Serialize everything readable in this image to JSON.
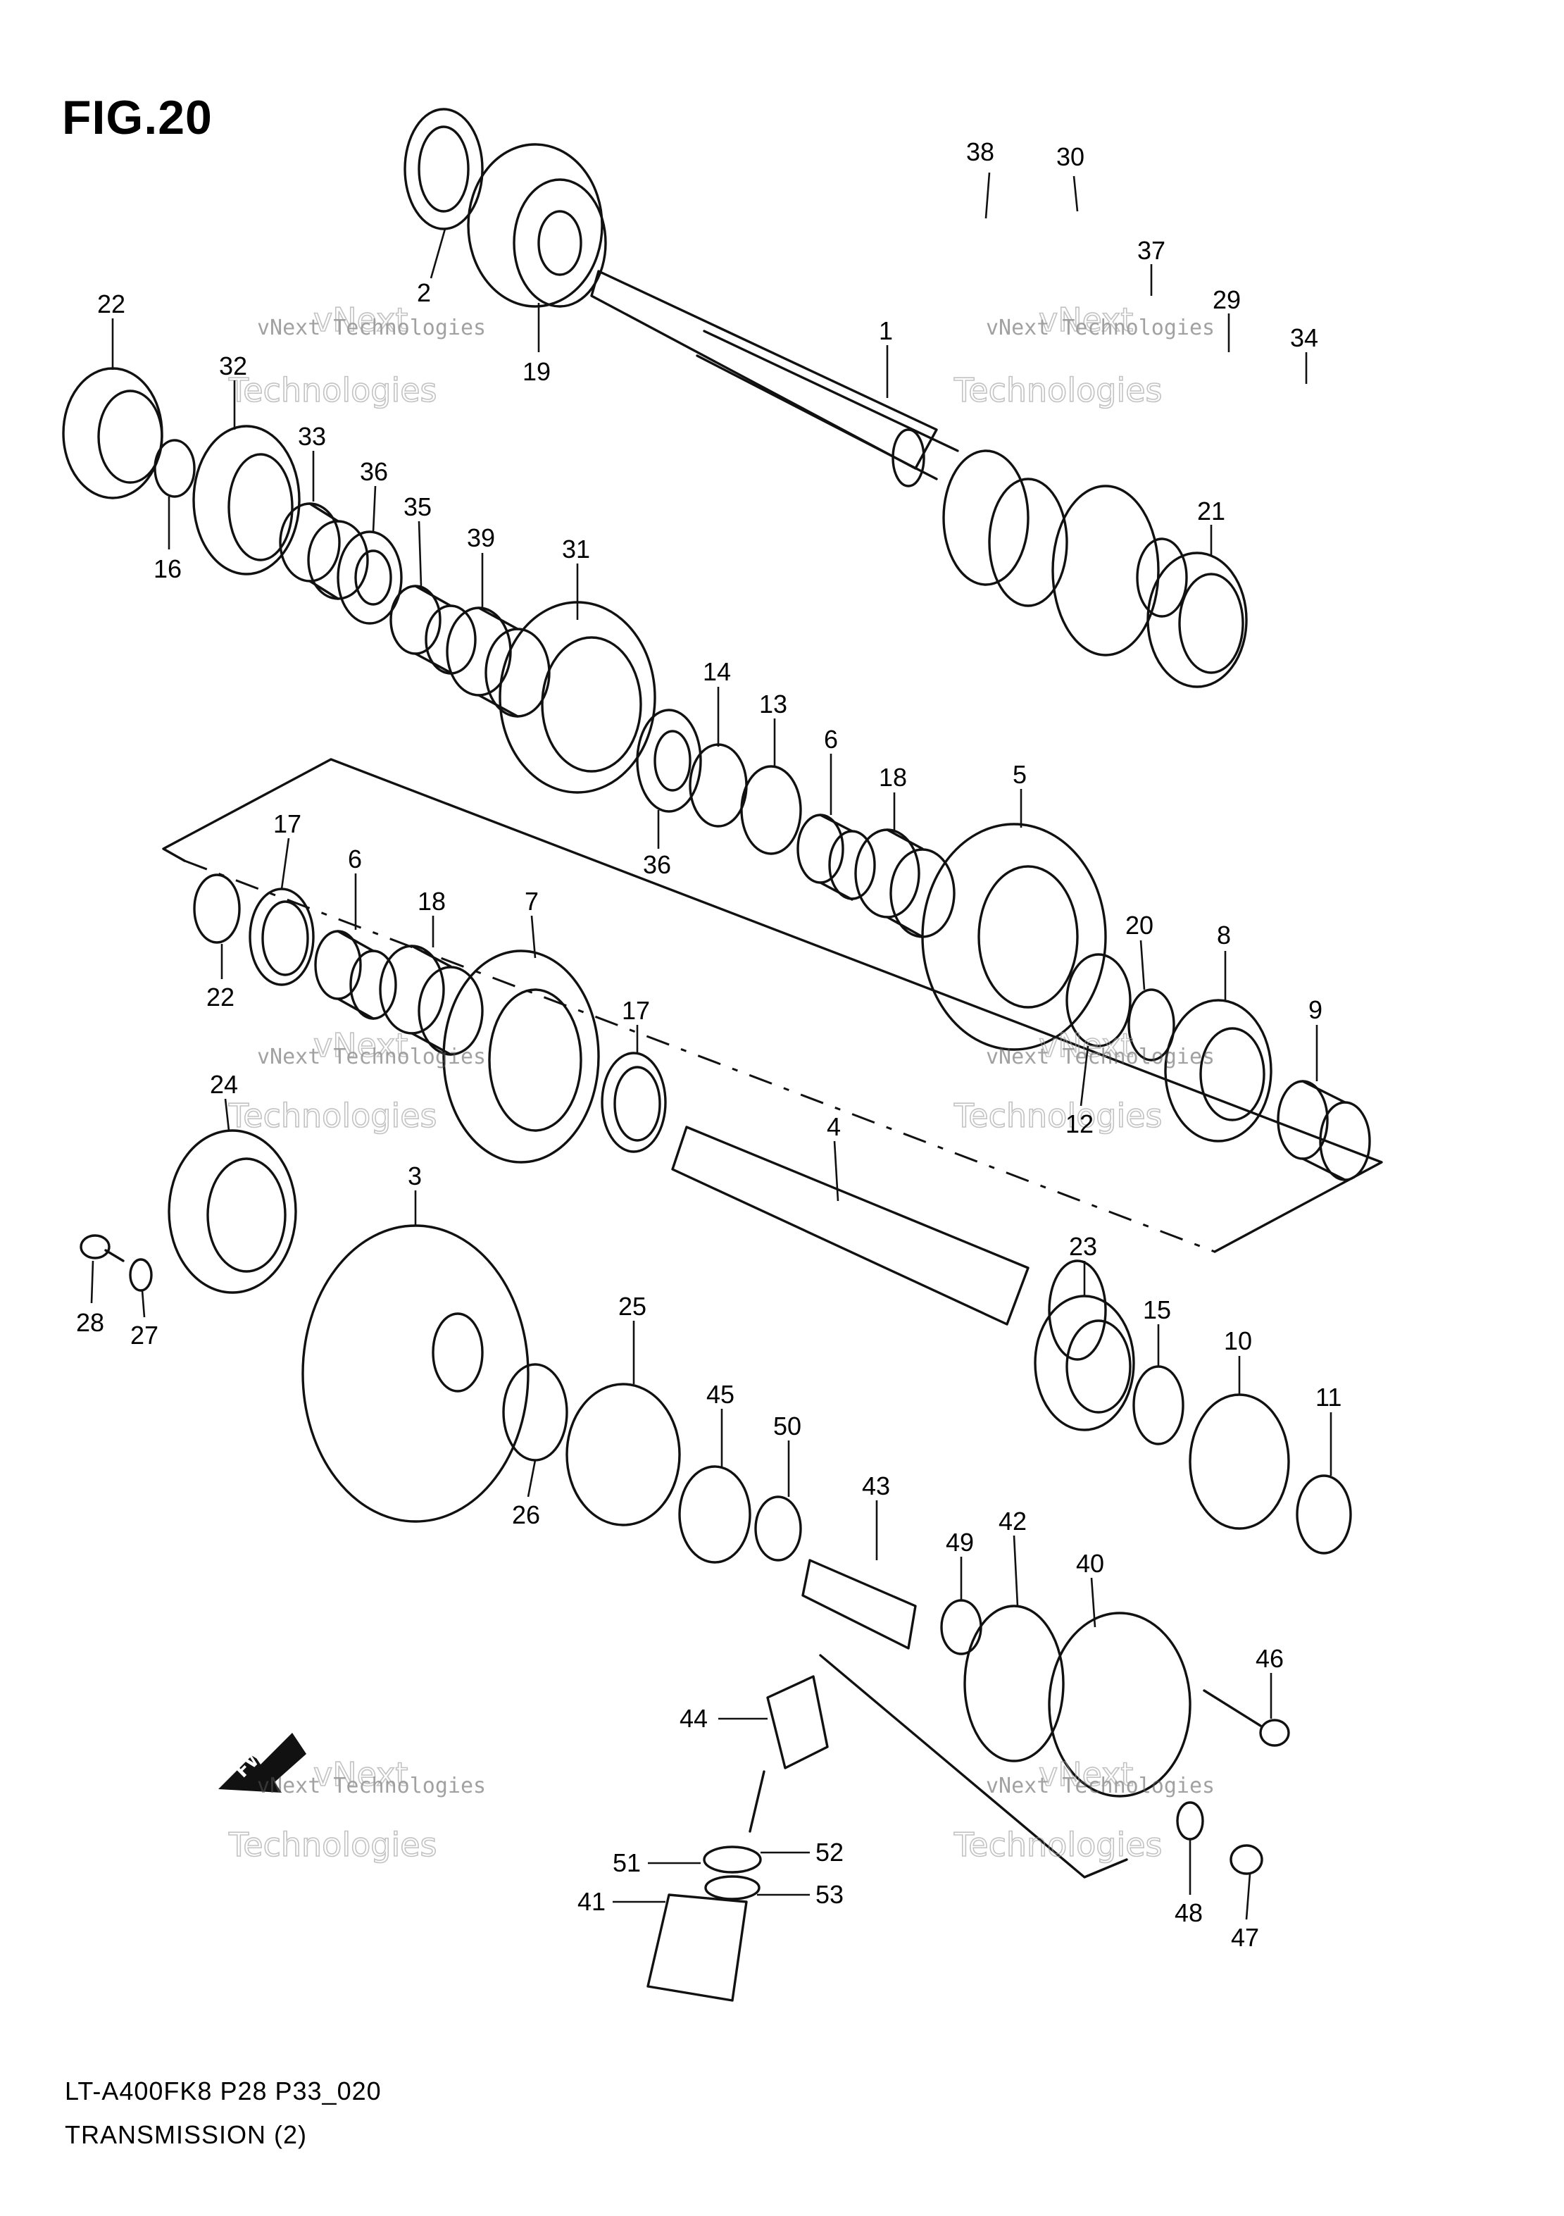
{
  "figure": {
    "title": "FIG.20"
  },
  "footer": {
    "model_code": "LT-A400FK8 P28 P33_020",
    "section": "TRANSMISSION (2)"
  },
  "watermark": {
    "line1": "vNext Technologies",
    "line2": "Technologies",
    "prefix": "vNext"
  },
  "fwd_arrow": {
    "label": "FWD"
  },
  "callouts": {
    "c1": "1",
    "c2": "2",
    "c3": "3",
    "c4": "4",
    "c5": "5",
    "c6a": "6",
    "c6b": "6",
    "c7": "7",
    "c8": "8",
    "c9": "9",
    "c10": "10",
    "c11": "11",
    "c12": "12",
    "c13": "13",
    "c14": "14",
    "c15": "15",
    "c16": "16",
    "c17a": "17",
    "c17b": "17",
    "c18a": "18",
    "c18b": "18",
    "c19": "19",
    "c20": "20",
    "c21": "21",
    "c22a": "22",
    "c22b": "22",
    "c23": "23",
    "c24": "24",
    "c25": "25",
    "c26": "26",
    "c27": "27",
    "c28": "28",
    "c29": "29",
    "c30": "30",
    "c31": "31",
    "c32": "32",
    "c33": "33",
    "c34": "34",
    "c35": "35",
    "c36a": "36",
    "c36b": "36",
    "c37": "37",
    "c38": "38",
    "c39": "39",
    "c40": "40",
    "c41": "41",
    "c42": "42",
    "c43": "43",
    "c44": "44",
    "c45": "45",
    "c46": "46",
    "c47": "47",
    "c48": "48",
    "c49": "49",
    "c50": "50",
    "c51": "51",
    "c52": "52",
    "c53": "53"
  }
}
